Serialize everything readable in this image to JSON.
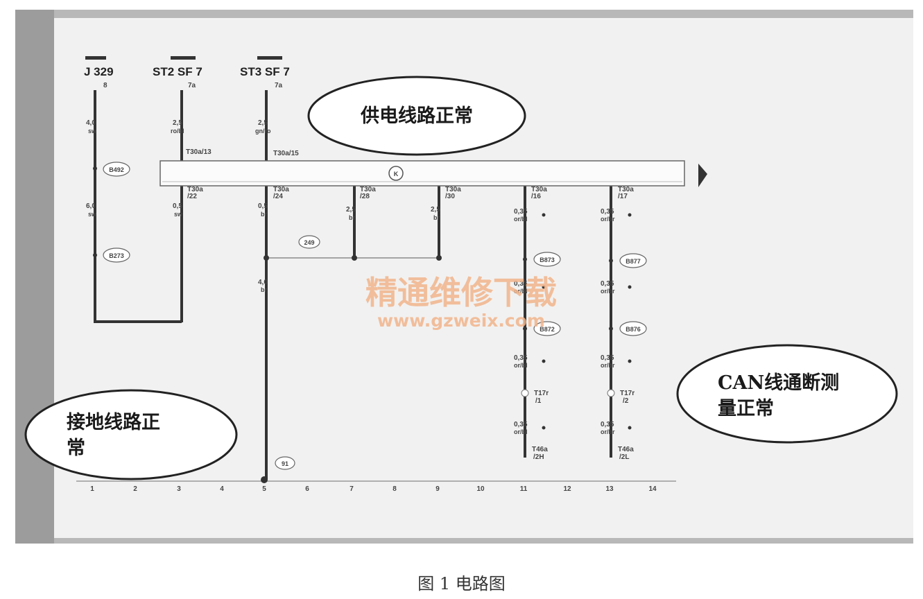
{
  "caption": "图 1 电路图",
  "watermark": {
    "line1": "精通维修下载",
    "line2": "www.gzweix.com"
  },
  "callouts": {
    "supply": "供电线路正常",
    "ground_line1": "接地线路正",
    "ground_line2": "常",
    "can_line1": "CAN线通断测",
    "can_line2": "量正常"
  },
  "top_labels": {
    "j329": "J 329",
    "j329_pin": "8",
    "st2": "ST2  SF 7",
    "st2_pin": "7a",
    "st3": "ST3  SF 7",
    "st3_pin": "7a"
  },
  "wires": {
    "w1_gauge": "4,0",
    "w1_color": "sw",
    "w3_gauge": "2,5",
    "w3_color": "ro/bl",
    "w5_gauge": "2,5",
    "w5_color": "gn/ro",
    "w1b_gauge": "6,0",
    "w1b_color": "sw",
    "w3b_gauge": "0,5",
    "w3b_color": "sw",
    "w5b_gauge": "0,5",
    "w5b_color": "br",
    "w7_gauge": "2,5",
    "w7_color": "br",
    "w9_gauge": "2,5",
    "w9_color": "br",
    "w5c_gauge": "4,0",
    "w5c_color": "br",
    "w11_gauge": "0,35",
    "w11_color": "or/bl",
    "w13_gauge": "0,35",
    "w13_color": "or/br",
    "w11b_gauge": "0,35",
    "w11b_color": "or/bl",
    "w13b_gauge": "0,35",
    "w13b_color": "or/br",
    "w11c_gauge": "0,35",
    "w11c_color": "or/bl",
    "w13c_gauge": "0,35",
    "w13c_color": "or/br",
    "w11d_gauge": "0,35",
    "w11d_color": "or/bl",
    "w13d_gauge": "0,35",
    "w13d_color": "or/br"
  },
  "connectors": {
    "t30a13": "T30a/13",
    "t30a15": "T30a/15",
    "t30a22_a": "T30a",
    "t30a22_b": "/22",
    "t30a24_a": "T30a",
    "t30a24_b": "/24",
    "t30a28_a": "T30a",
    "t30a28_b": "/28",
    "t30a30_a": "T30a",
    "t30a30_b": "/30",
    "t30a16_a": "T30a",
    "t30a16_b": "/16",
    "t30a17_a": "T30a",
    "t30a17_b": "/17",
    "t17r1_a": "T17r",
    "t17r1_b": "/1",
    "t17r2_a": "T17r",
    "t17r2_b": "/2",
    "t46a2h_a": "T46a",
    "t46a2h_b": "/2H",
    "t46a2l_a": "T46a",
    "t46a2l_b": "/2L"
  },
  "nodes": {
    "b492": "B492",
    "b273": "B273",
    "k": "K",
    "n249": "249",
    "b873": "B873",
    "b872": "B872",
    "b877": "B877",
    "b876": "B876",
    "n91": "91"
  },
  "positions": [
    "1",
    "2",
    "3",
    "4",
    "5",
    "6",
    "7",
    "8",
    "9",
    "10",
    "11",
    "12",
    "13",
    "14"
  ]
}
